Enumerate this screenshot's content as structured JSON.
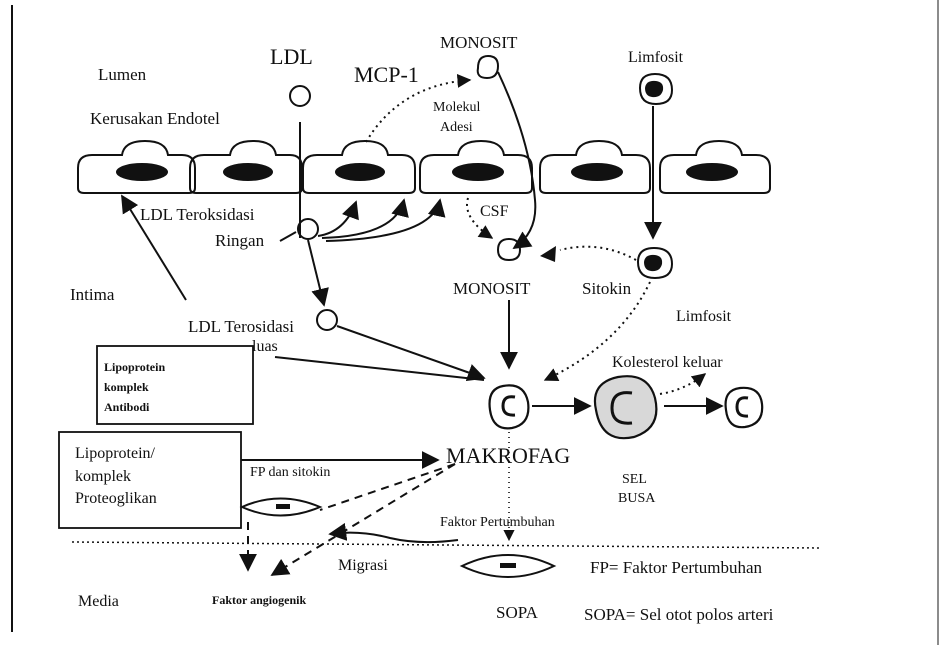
{
  "labels": {
    "lumen": "Lumen",
    "ldl_top": "LDL",
    "mcp1": "MCP-1",
    "monosit_top": "MONOSIT",
    "molekul": "Molekul",
    "adesi": "Adesi",
    "limfosit_top": "Limfosit",
    "kerusakan": "Kerusakan Endotel",
    "ldl_ringan_1": "LDL Teroksidasi",
    "ldl_ringan_2": "Ringan",
    "csf": "CSF",
    "monosit_mid": "MONOSIT",
    "sitokin": "Sitokin",
    "intima": "Intima",
    "limfosit_mid": "Limfosit",
    "ldl_luas_1": "LDL Terosidasi",
    "ldl_luas_2": "luas",
    "box1_l1": "Lipoprotein",
    "box1_l2": "komplek",
    "box1_l3": "Antibodi",
    "kolesterol": "Kolesterol keluar",
    "box2_l1": "Lipoprotein/",
    "box2_l2": "komplek",
    "box2_l3": "Proteoglikan",
    "fp_sitokin": "FP dan sitokin",
    "makrofag": "MAKROFAG",
    "sel": "SEL",
    "busa": "BUSA",
    "faktor_pertumbuhan": "Faktor Pertumbuhan",
    "migrasi": "Migrasi",
    "media": "Media",
    "faktor_angiogenik": "Faktor angiogenik",
    "sopa": "SOPA",
    "legend_fp": "FP= Faktor Pertumbuhan",
    "legend_sopa": "SOPA= Sel otot polos arteri"
  }
}
